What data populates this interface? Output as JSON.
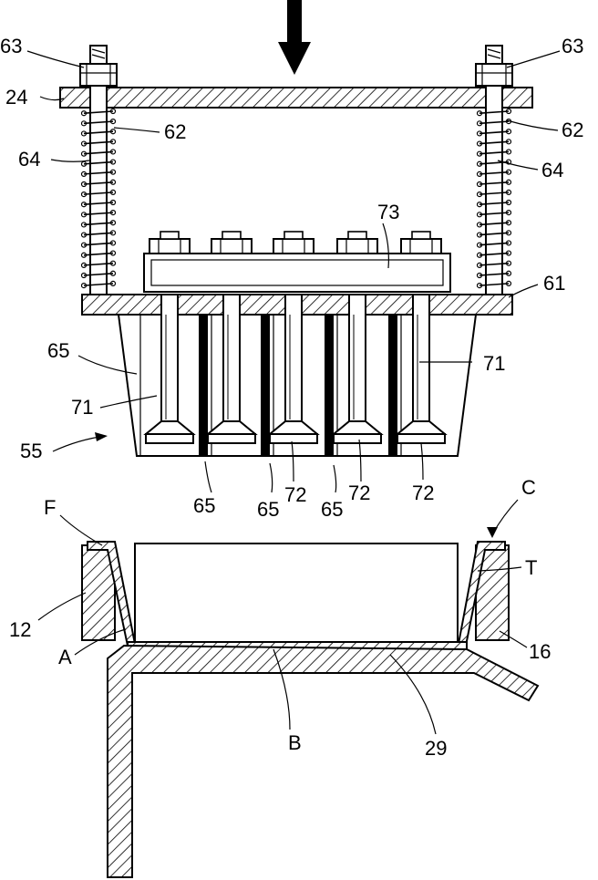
{
  "labels": {
    "l63a": "63",
    "l63b": "63",
    "l24": "24",
    "l62a": "62",
    "l62b": "62",
    "l64a": "64",
    "l64b": "64",
    "l73": "73",
    "l61": "61",
    "l65a": "65",
    "l71a": "71",
    "l71b": "71",
    "l55": "55",
    "l65b": "65",
    "l65c": "65",
    "l72a": "72",
    "l65d": "65",
    "l72b": "72",
    "l72c": "72",
    "lF": "F",
    "lC": "C",
    "lT": "T",
    "l12": "12",
    "lA": "A",
    "l16": "16",
    "lB": "B",
    "l29": "29"
  }
}
